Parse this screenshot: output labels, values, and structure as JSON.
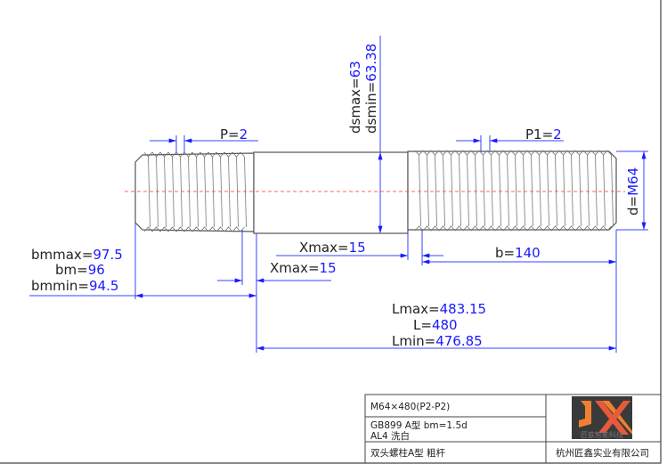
{
  "drawing": {
    "dimensions": {
      "pitch_left": {
        "name": "P=",
        "value": "2"
      },
      "pitch_right": {
        "name": "P1=",
        "value": "2"
      },
      "dsmax": {
        "name": "dsmax=",
        "value": "63"
      },
      "dsmin": {
        "name": "dsmin=",
        "value": "63.38"
      },
      "d": {
        "name": "d=",
        "value": "M64"
      },
      "xmax_upper": {
        "name": "Xmax=",
        "value": "15"
      },
      "xmax_lower": {
        "name": "Xmax=",
        "value": "15"
      },
      "b": {
        "name": "b=",
        "value": "140"
      },
      "bmmax": {
        "name": "bmmax=",
        "value": "97.5"
      },
      "bm": {
        "name": "bm=",
        "value": "96"
      },
      "bmmin": {
        "name": "bmmin=",
        "value": "94.5"
      },
      "lmax": {
        "name": "Lmax=",
        "value": "483.15"
      },
      "l": {
        "name": "L=",
        "value": "480"
      },
      "lmin": {
        "name": "Lmin=",
        "value": "476.85"
      }
    },
    "colors": {
      "dimension": "#3344ff",
      "value_text": "#1a1aff",
      "centerline": "#ff3333",
      "logo_bg": "#3a3a3a",
      "logo_accent": "#f08030"
    }
  },
  "title_block": {
    "spec": "M64×480(P2-P2)",
    "standard_line1": "GB899 A型 bm=1.5d",
    "standard_line2": "AL4 洗白",
    "part_name": "双头螺柱A型 粗杆",
    "company": "杭州匠鑫实业有限公司",
    "logo_text": "匠歆智能科技"
  }
}
